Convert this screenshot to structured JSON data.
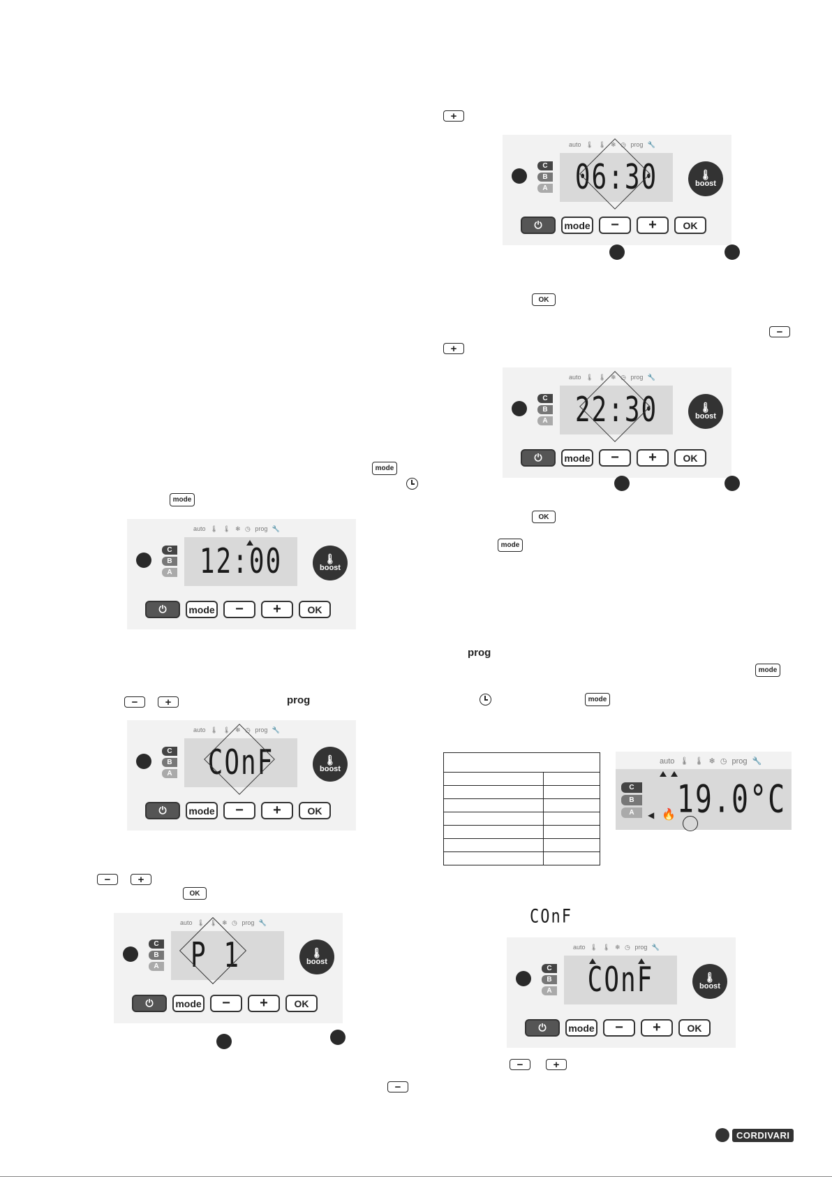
{
  "keys": {
    "plus": "+",
    "minus": "−",
    "mode": "mode",
    "ok": "OK"
  },
  "text": {
    "prog": "prog",
    "conf_symbol": "COnF"
  },
  "panel_labels": {
    "icons": [
      "auto",
      "prog"
    ],
    "abc": [
      "C",
      "B",
      "A"
    ],
    "boost": "boost",
    "buttons": {
      "mode": "mode",
      "minus": "−",
      "plus": "+",
      "ok": "OK"
    }
  },
  "displays": {
    "d1": "06:30",
    "d2": "22:30",
    "d3": "12:00",
    "d4": "COnF",
    "d5": "P 1",
    "d6": "19.0°C",
    "d7": "COnF"
  },
  "logo": {
    "brand": "CORDIVARI"
  }
}
